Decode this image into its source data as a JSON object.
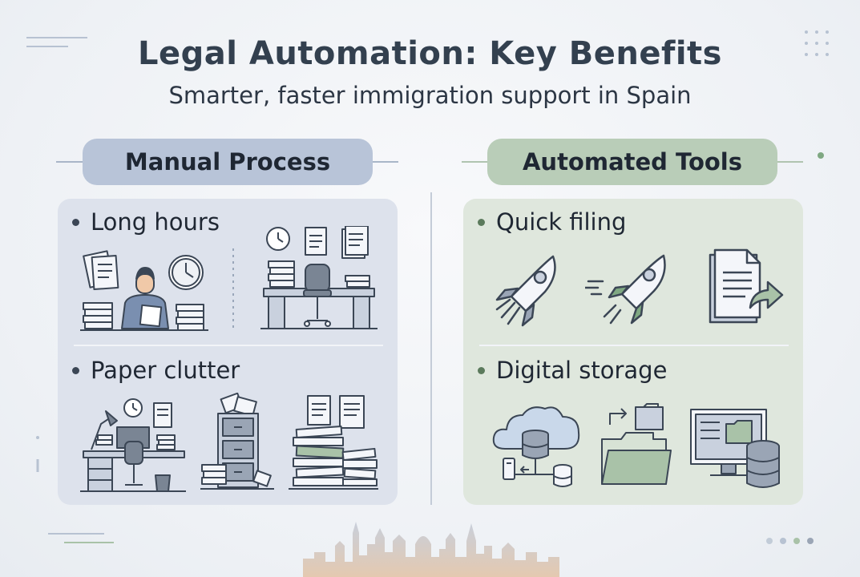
{
  "header": {
    "title": "Legal Automation: Key Benefits",
    "subtitle": "Smarter, faster immigration support in Spain"
  },
  "columns": {
    "manual": {
      "label": "Manual Process",
      "items": [
        "Long hours",
        "Paper clutter"
      ]
    },
    "automated": {
      "label": "Automated Tools",
      "items": [
        "Quick filing",
        "Digital storage"
      ]
    }
  },
  "colors": {
    "manual_accent": "#b8c4d8",
    "automated_accent": "#b9cdb8",
    "title_text": "#33404f"
  },
  "icons": {
    "long_hours": [
      "papers-icon",
      "worker-icon",
      "clock-icon",
      "document-stack-icon",
      "empty-desk-icon"
    ],
    "paper_clutter": [
      "cluttered-desk-icon",
      "filing-cabinet-icon",
      "paper-pile-icon"
    ],
    "quick_filing": [
      "rocket-icon",
      "rocket-speed-icon",
      "document-send-icon"
    ],
    "digital_storage": [
      "cloud-database-icon",
      "folder-transfer-icon",
      "computer-database-icon"
    ]
  }
}
